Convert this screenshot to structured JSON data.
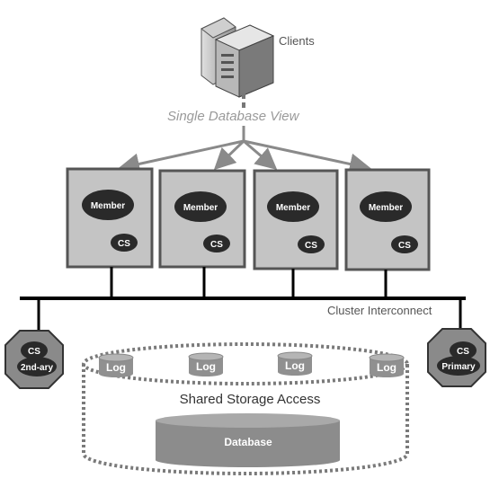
{
  "clients": {
    "label": "Clients"
  },
  "view": {
    "label": "Single Database View"
  },
  "members": [
    {
      "label": "Member",
      "cs": "CS"
    },
    {
      "label": "Member",
      "cs": "CS"
    },
    {
      "label": "Member",
      "cs": "CS"
    },
    {
      "label": "Member",
      "cs": "CS"
    }
  ],
  "interconnect": {
    "label": "Cluster Interconnect"
  },
  "cs_secondary": {
    "top": "CS",
    "bottom": "2nd-ary"
  },
  "cs_primary": {
    "top": "CS",
    "bottom": "Primary"
  },
  "logs": [
    "Log",
    "Log",
    "Log",
    "Log"
  ],
  "storage": {
    "label": "Shared Storage Access"
  },
  "database": {
    "label": "Database"
  },
  "colors": {
    "member_fill": "#c4c4c4",
    "member_border": "#555555",
    "ellipse": "#2a2a2a",
    "log_fill": "#909090",
    "db_fill": "#8c8c8c",
    "octagon_fill": "#8a8a8a",
    "line": "#000000",
    "arrow": "#8a8a8a"
  }
}
